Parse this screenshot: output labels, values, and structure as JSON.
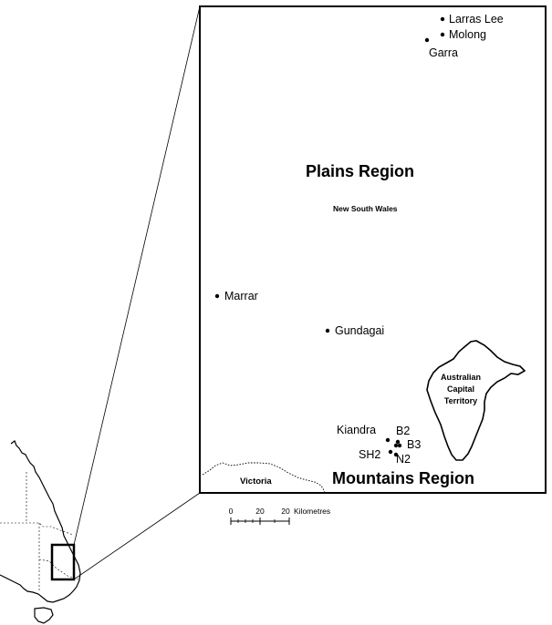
{
  "regions": {
    "plains": "Plains Region",
    "mountains": "Mountains Region"
  },
  "states": {
    "nsw": "New South Wales",
    "victoria": "Victoria",
    "act_line1": "Australian",
    "act_line2": "Capital",
    "act_line3": "Territory"
  },
  "sites": {
    "larras_lee": "Larras Lee",
    "molong": "Molong",
    "garra": "Garra",
    "marrar": "Marrar",
    "gundagai": "Gundagai",
    "kiandra": "Kiandra",
    "b2": "B2",
    "b3": "B3",
    "sh2": "SH2",
    "n2": "N2"
  },
  "scale_bar": {
    "tick_0": "0",
    "tick_20": "20",
    "tick_40": "20",
    "unit": "Kilometres"
  },
  "colors": {
    "ink": "#000000",
    "background": "#ffffff"
  }
}
